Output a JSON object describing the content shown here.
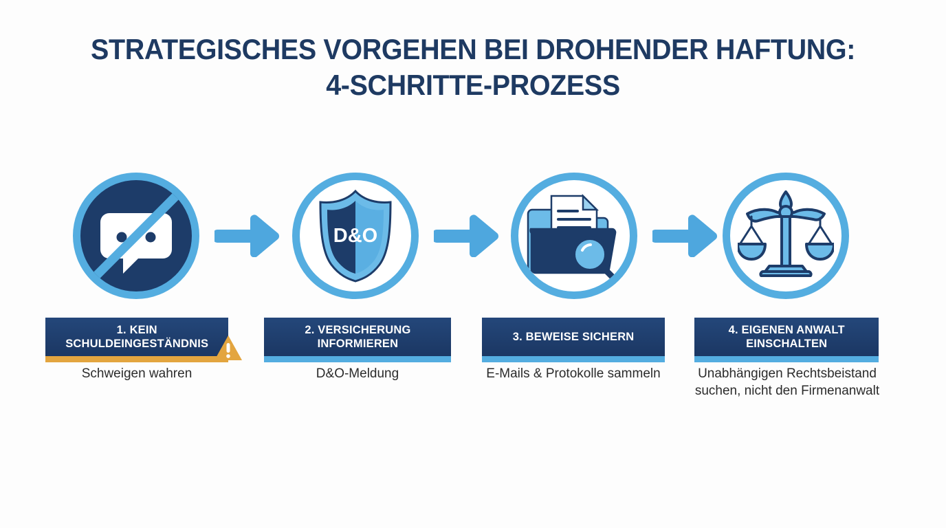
{
  "title": {
    "line1": "Strategisches Vorgehen bei drohender Haftung:",
    "line2": "4-Schritte-Prozess"
  },
  "colors": {
    "navy": "#1d3c69",
    "navy_bar": "#1b3763",
    "light_blue": "#54ade0",
    "amber": "#e3a53f",
    "background": "#fdfdfd",
    "caption_text": "#2b2b2b",
    "label_text": "#ffffff"
  },
  "steps": [
    {
      "number": "1.",
      "label": "1. Kein Schuldeingeständnis",
      "label_line1": "1. KEIN",
      "label_line2": "SCHULDEINGESTÄNDNIS",
      "caption": "Schweigen wahren",
      "icon": "no-speech-bubble-icon",
      "underline_color": "#e3a53f",
      "has_warning_badge": true,
      "warning_glyph": "!"
    },
    {
      "number": "2.",
      "label": "2. Versicherung informieren",
      "label_line1": "2. VERSICHERUNG",
      "label_line2": "INFORMIEREN",
      "caption": "D&O-Meldung",
      "icon": "shield-do-icon",
      "icon_text": "D&O",
      "underline_color": "#54ade0",
      "has_warning_badge": false
    },
    {
      "number": "3.",
      "label": "3. Beweise sichern",
      "label_line1": "3. BEWEISE SICHERN",
      "label_line2": "",
      "caption": "E-Mails & Protokolle sammeln",
      "icon": "folder-document-magnifier-icon",
      "underline_color": "#54ade0",
      "has_warning_badge": false
    },
    {
      "number": "4.",
      "label": "4. Eigenen Anwalt einschalten",
      "label_line1": "4. EIGENEN ANWALT",
      "label_line2": "EINSCHALTEN",
      "caption": "Unabhängigen Rechtsbeistand suchen, nicht den Firmenanwalt",
      "icon": "scales-of-justice-icon",
      "underline_color": "#54ade0",
      "has_warning_badge": false
    }
  ],
  "arrows": [
    {
      "name": "arrow-step1-to-step2"
    },
    {
      "name": "arrow-step2-to-step3"
    },
    {
      "name": "arrow-step3-to-step4"
    }
  ]
}
